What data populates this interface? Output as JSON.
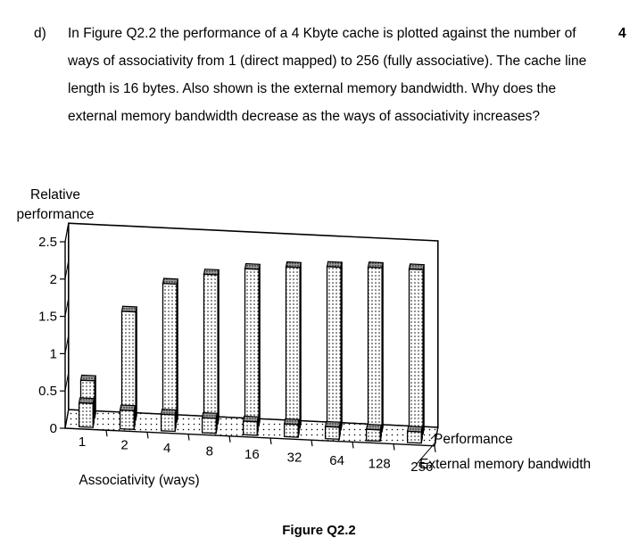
{
  "question": {
    "label": "d)",
    "text": "In Figure Q2.2 the performance of a 4 Kbyte cache is plotted against the number of ways of associativity from 1 (direct mapped) to 256 (fully associative). The cache line length is 16 bytes. Also shown is the external memory bandwidth. Why does the external memory bandwidth decrease as the ways of associativity increases?",
    "marks": "4"
  },
  "figure_caption": "Figure Q2.2",
  "chart_data": {
    "type": "bar",
    "style": "3d-bar",
    "ylabel": "Relative performance",
    "xlabel": "Associativity (ways)",
    "categories": [
      "1",
      "2",
      "4",
      "8",
      "16",
      "32",
      "64",
      "128",
      "256"
    ],
    "yticks": [
      "0",
      "0.5",
      "1",
      "1.5",
      "2",
      "2.5"
    ],
    "ylim": [
      0,
      2.5
    ],
    "series": [
      {
        "name": "Performance",
        "values": [
          0.5,
          1.45,
          1.85,
          2.0,
          2.1,
          2.15,
          2.18,
          2.2,
          2.2
        ]
      },
      {
        "name": "External memory bandwidth",
        "values": [
          0.32,
          0.25,
          0.22,
          0.2,
          0.18,
          0.17,
          0.16,
          0.15,
          0.15
        ]
      }
    ],
    "colors": {
      "bar_front": "#ffffff",
      "bar_side": "#8a8a8a",
      "dot": "#000000"
    },
    "legend_placement": "right, series labels at depth rows",
    "grid": false
  }
}
